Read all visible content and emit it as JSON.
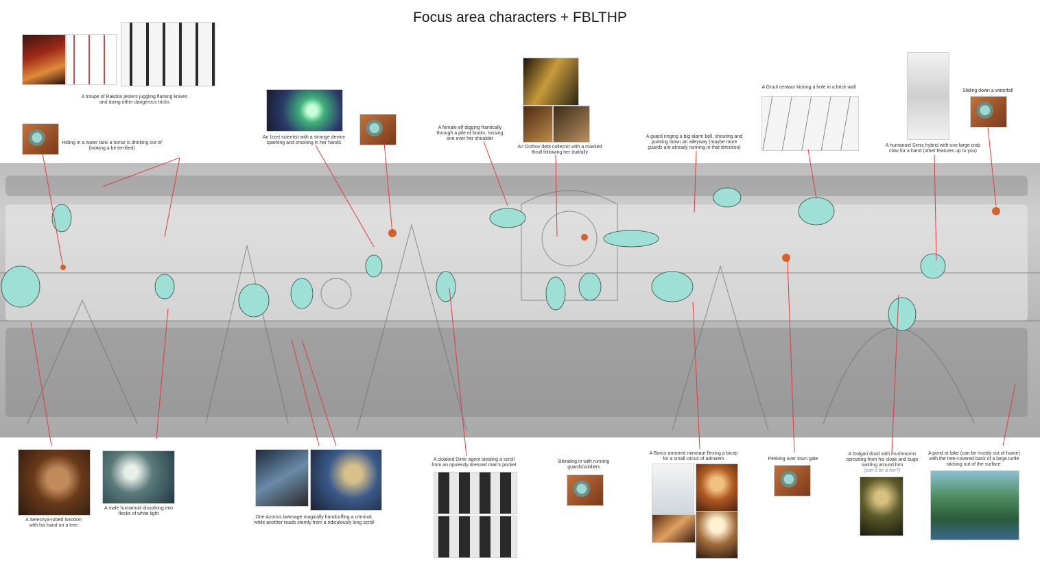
{
  "title": "Focus area characters + FBLTHP",
  "captions": {
    "rakdos": "A troupe of Rakdos jesters juggling flaming knives and doing other dangerous tricks",
    "water_tank": "Hiding in a water tank a horse is drinking out of (looking a bit terrified)",
    "izzet": "An Izzet scientist with a strange device sparking and smoking in her hands",
    "elf": "A female elf digging frantically through a pile of books, tossing one over her shoulder",
    "orzhov": "An Orzhov debt collector with a masked thrull following her dutifully",
    "guard_bell": "A guard ringing a big alarm bell, shouting and pointing down an alleyway (maybe more guards are already running in that direction)",
    "gruul": "A Gruul centaur kicking a hole in a brick wall",
    "simic": "A humanoid Simic hybrid with one large crab claw for a hand (other features up to you)",
    "waterfall": "Sliding down a waterfall",
    "selesnya": "A Selesnya-robed loxodon with his hand on a tree",
    "dissolving": "A male humanoid dissolving into flecks of white light",
    "azorius": "One Azorius lawmage magically handcuffing a criminal, while another reads sternly from a ridiculously long scroll",
    "dimir": "A cloaked Dimir agent stealing a scroll from an opulently dressed man's pocket",
    "blending": "Blending in with running guards/soldiers",
    "boros": "A Boros-armored minotaur flexing a bicep for a small circus of admirers",
    "peeking": "Peeking over town gate",
    "golgari": "A Golgari druid with mushrooms sprouting from his cloak and bugs swirling around him",
    "golgari_note": "(can it be a her?)",
    "turtle": "A pond or lake (can be mostly out of frame) with the tree-covered back of a large turtle sticking out of the surface."
  },
  "colors": {
    "lines": "#e03a3a",
    "figures": "#9fe0d6",
    "canvas": "#c4c4c4"
  }
}
